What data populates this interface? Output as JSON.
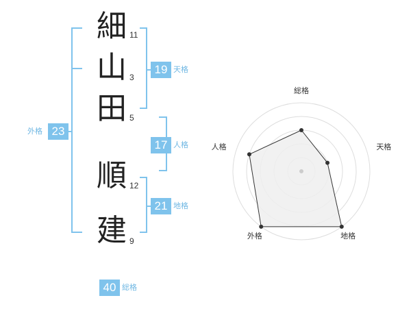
{
  "name_chars": [
    {
      "char": "細",
      "strokes": "11"
    },
    {
      "char": "山",
      "strokes": "3"
    },
    {
      "char": "田",
      "strokes": "5"
    },
    {
      "char": "順",
      "strokes": "12"
    },
    {
      "char": "建",
      "strokes": "9"
    }
  ],
  "fortune": {
    "tenkaku": {
      "value": "19",
      "label": "天格"
    },
    "jinkaku": {
      "value": "17",
      "label": "人格"
    },
    "chikaku": {
      "value": "21",
      "label": "地格"
    },
    "gaikaku": {
      "value": "23",
      "label": "外格"
    },
    "soukaku": {
      "value": "40",
      "label": "総格"
    }
  },
  "radar": {
    "axes": [
      "総格",
      "天格",
      "地格",
      "外格",
      "人格"
    ],
    "levels": 5,
    "scores": [
      0.6,
      0.4,
      1.0,
      1.0,
      0.8
    ],
    "colors": {
      "fill": "#eeeeee",
      "stroke": "#333333",
      "grid": "#dddddd",
      "point": "#333333",
      "center": "#cccccc"
    }
  }
}
